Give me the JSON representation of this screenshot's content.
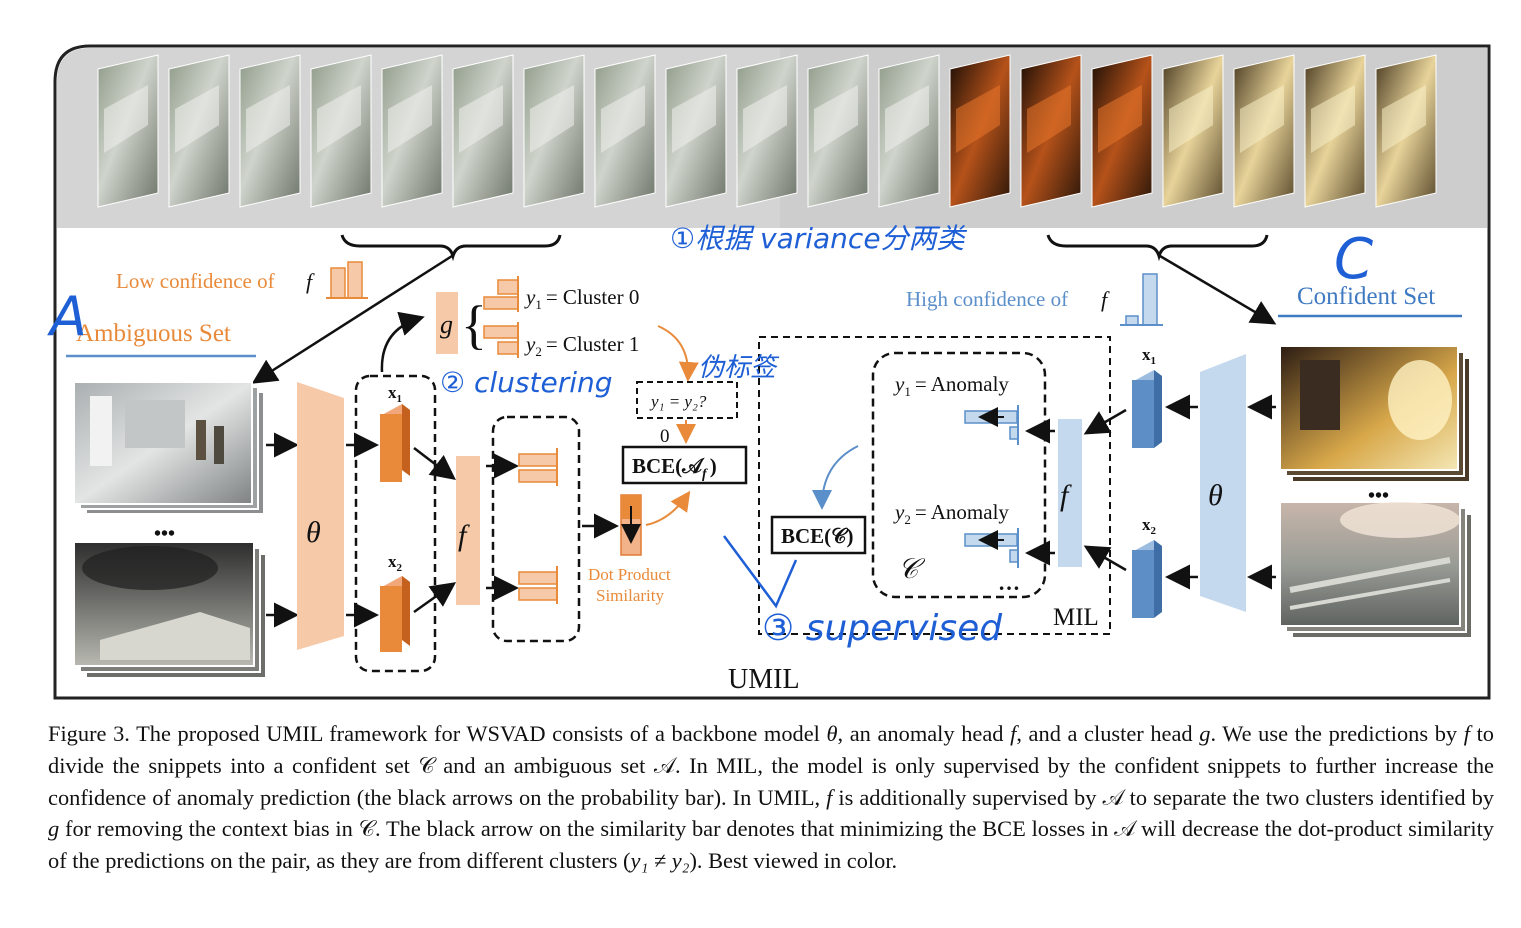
{
  "colors": {
    "orange": "#e98a3a",
    "orange_fill": "#f6c9a8",
    "orange_dark": "#e07b35",
    "blue": "#5b8fc9",
    "blue_fill": "#c5d9ee",
    "blue_dark": "#5d8ec6",
    "handwriting": "#1f5fd6",
    "gray_band": "#d4d4d4"
  },
  "labels": {
    "low_conf": "Low confidence of",
    "high_conf": "High confidence of",
    "f_symbol": "f",
    "ambiguous_set": "Ambiguous Set",
    "confident_set": "Confident Set",
    "theta": "θ",
    "g": "g",
    "x1": "x",
    "x2": "x",
    "sub1": "1",
    "sub2": "2",
    "y1_cluster": "= Cluster 0",
    "y2_cluster": "= Cluster 1",
    "y_sym": "y",
    "y1_eq_y2": "y₁ = y₂?",
    "zero": "0",
    "bce_af": "BCE(𝒜",
    "bce_af_sub": "f",
    "bce_af_close": ")",
    "bce_c": "BCE(𝒞)",
    "dot_product": "Dot Product",
    "similarity": "Similarity",
    "y1_anomaly": "= Anomaly",
    "y2_anomaly": "= Anomaly",
    "c_script": "𝒞",
    "ellipsis": "…",
    "dots": "•••",
    "mil": "MIL",
    "umil": "UMIL"
  },
  "handwriting": {
    "a": "A",
    "c": "C",
    "step1": "①根据 variance分两类",
    "step2": "② clustering",
    "step2_note": "伪标签",
    "step3": "③ supervised"
  },
  "caption": {
    "p1": "Figure 3. The proposed UMIL framework for WSVAD consists of a backbone model",
    "theta": "θ",
    "p2": ", an anomaly head",
    "f": "f",
    "p3": ", and a cluster head",
    "g": "g",
    "p4": ". We use the predictions by",
    "p5": "to divide the snippets into a confident set",
    "C": "𝒞",
    "p6": "and an ambiguous set",
    "A": "𝒜",
    "p7": ". In MIL, the model is only supervised by the confident snippets to further increase the confidence of anomaly prediction (the black arrows on the probability bar). In UMIL,",
    "p8": "is additionally supervised by",
    "p9": "to separate the two clusters identified by",
    "p10": "for removing the context bias in",
    "p11": ". The black arrow on the similarity bar denotes that minimizing the BCE losses in",
    "p12": "will decrease the dot-product similarity of the predictions on the pair, as they are from different clusters (",
    "yneq": "y₁ ≠ y₂",
    "p13": "). Best viewed in color."
  }
}
